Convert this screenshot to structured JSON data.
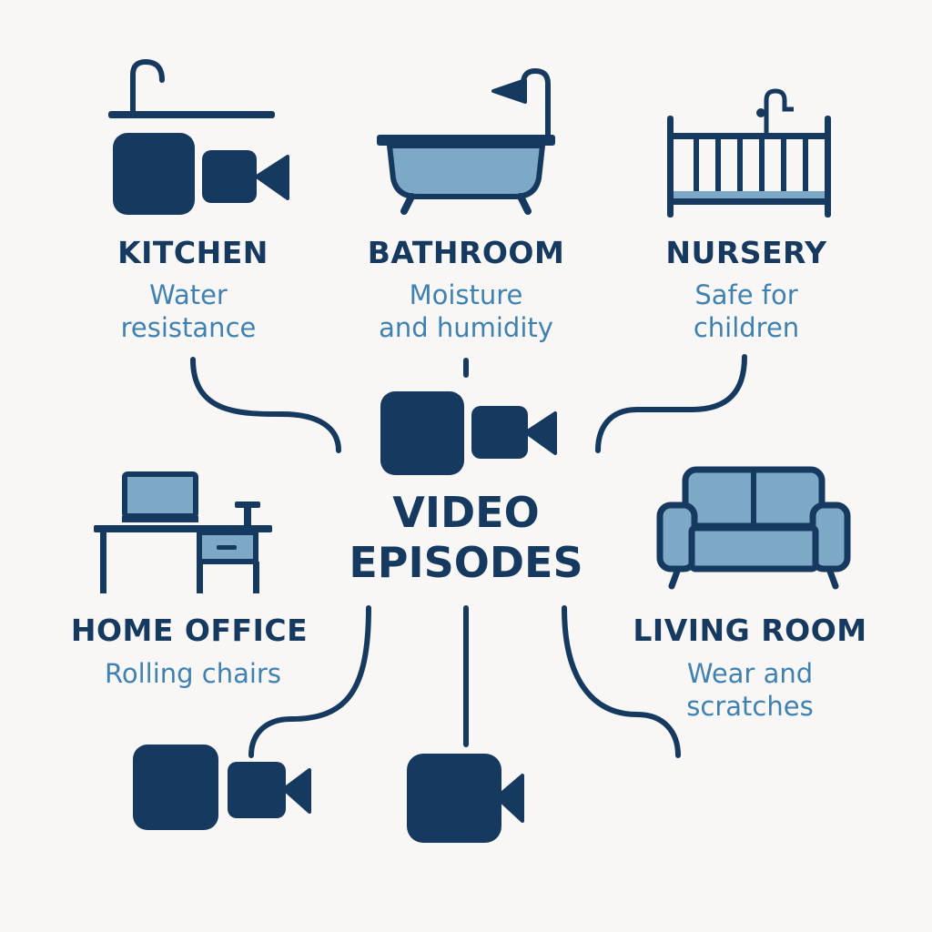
{
  "colors": {
    "background": "#f8f7f5",
    "dark": "#163a5f",
    "light": "#7ea9c6",
    "text_accent": "#3f82b1"
  },
  "center": {
    "title": "VIDEO\nEPISODES",
    "icon": "video-camera-icon"
  },
  "rooms": {
    "kitchen": {
      "title": "KITCHEN",
      "desc": "Water\nresistance",
      "icon": "kitchen-sink-icon"
    },
    "bathroom": {
      "title": "BATHROOM",
      "desc": "Moisture\nand humidity",
      "icon": "bathtub-icon"
    },
    "nursery": {
      "title": "NURSERY",
      "desc": "Safe for\nchildren",
      "icon": "crib-icon"
    },
    "home_office": {
      "title": "HOME OFFICE",
      "desc": "Rolling chairs",
      "icon": "desk-icon"
    },
    "living_room": {
      "title": "LIVING ROOM",
      "desc": "Wear and\nscratches",
      "icon": "sofa-icon"
    }
  },
  "extra_nodes": [
    {
      "icon": "video-camera-icon"
    },
    {
      "icon": "video-camera-icon"
    }
  ]
}
